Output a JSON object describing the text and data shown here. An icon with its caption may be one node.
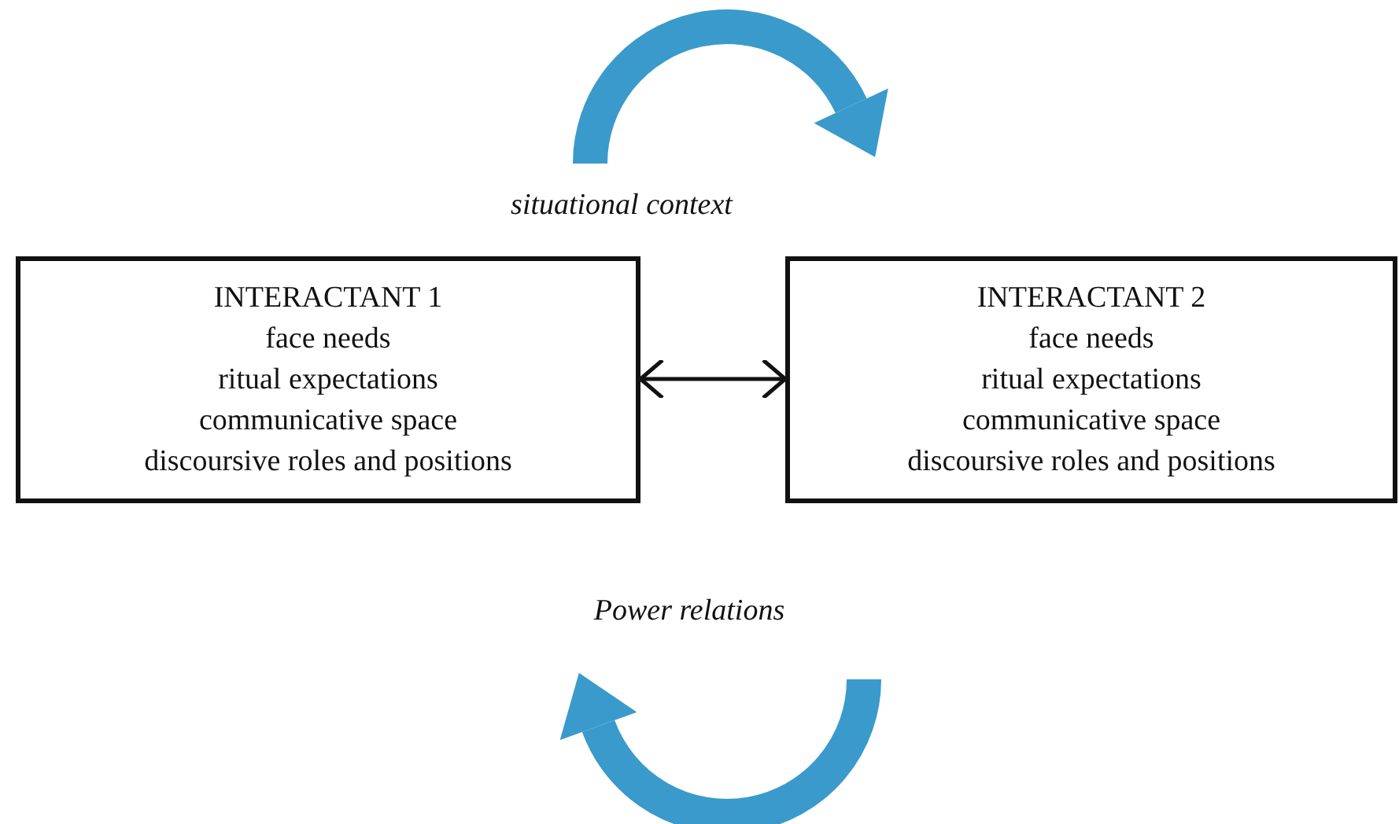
{
  "diagram": {
    "nodes": [
      {
        "text": [
          "INTERACTANT 1",
          "face needs",
          "ritual expectations",
          "communicative space",
          "discoursive roles and positions"
        ]
      },
      {
        "text": [
          "INTERACTANT 2",
          "face needs",
          "ritual expectations",
          "communicative space",
          "discoursive roles and positions"
        ]
      }
    ],
    "edges": [
      {
        "from": 0,
        "to": 1,
        "arrow": "both"
      }
    ],
    "labels": [
      "situational context",
      "Power relations"
    ]
  }
}
